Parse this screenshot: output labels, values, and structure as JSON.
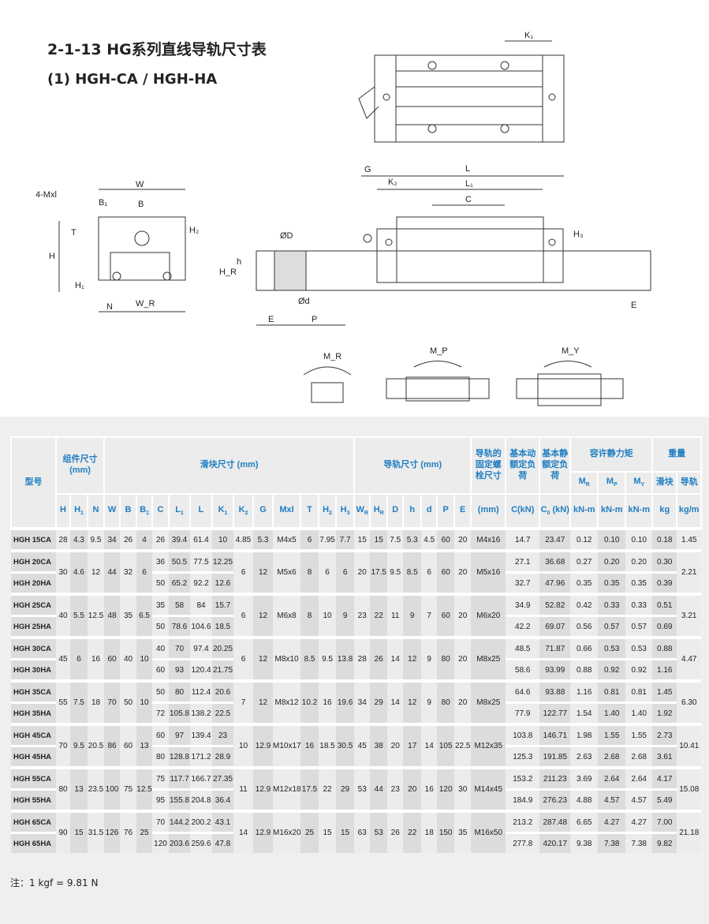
{
  "title": "2-1-13 HG系列直线导轨尺寸表",
  "subtitle": "(1) HGH-CA / HGH-HA",
  "drawing_labels": {
    "K1": "K₁",
    "W": "W",
    "Mxl": "4-Mxl",
    "B1": "B₁",
    "B": "B",
    "T": "T",
    "H2": "H₂",
    "H": "H",
    "H1": "H₁",
    "N": "N",
    "WR": "W_R",
    "G": "G",
    "L": "L",
    "K2": "K₂",
    "L1": "L₁",
    "C": "C",
    "H3": "H₃",
    "D": "ØD",
    "h": "h",
    "HR": "H_R",
    "d": "Ød",
    "E": "E",
    "P": "P",
    "E2": "E",
    "MR": "M_R",
    "MP": "M_P",
    "MY": "M_Y"
  },
  "header": {
    "model": "型号",
    "assembly": "组件尺寸 (mm)",
    "block": "滑块尺寸 (mm)",
    "rail": "导轨尺寸 (mm)",
    "bolt": "导轨的固定螺栓尺寸",
    "dyn": "基本动额定负荷",
    "stat": "基本静额定负荷",
    "moment": "容许静力矩",
    "weight": "重量",
    "mr": {
      "m": "M",
      "s": "R"
    },
    "mp": {
      "m": "M",
      "s": "P"
    },
    "my": {
      "m": "M",
      "s": "Y"
    },
    "w_block": "滑块",
    "w_rail": "导轨",
    "cols": [
      {
        "m": "H",
        "s": ""
      },
      {
        "m": "H",
        "s": "1"
      },
      {
        "m": "N",
        "s": ""
      },
      {
        "m": "W",
        "s": ""
      },
      {
        "m": "B",
        "s": ""
      },
      {
        "m": "B",
        "s": "1"
      },
      {
        "m": "C",
        "s": ""
      },
      {
        "m": "L",
        "s": "1"
      },
      {
        "m": "L",
        "s": ""
      },
      {
        "m": "K",
        "s": "1"
      },
      {
        "m": "K",
        "s": "2"
      },
      {
        "m": "G",
        "s": ""
      },
      {
        "m": "Mxl",
        "s": ""
      },
      {
        "m": "T",
        "s": ""
      },
      {
        "m": "H",
        "s": "2"
      },
      {
        "m": "H",
        "s": "3"
      },
      {
        "m": "W",
        "s": "R"
      },
      {
        "m": "H",
        "s": "R"
      },
      {
        "m": "D",
        "s": ""
      },
      {
        "m": "h",
        "s": ""
      },
      {
        "m": "d",
        "s": ""
      },
      {
        "m": "P",
        "s": ""
      },
      {
        "m": "E",
        "s": ""
      },
      {
        "m": "(mm)",
        "s": ""
      },
      {
        "m": "C(kN)",
        "s": ""
      },
      {
        "m": "C",
        "s": "0",
        "t": " (kN)"
      },
      {
        "m": "kN-m",
        "s": ""
      },
      {
        "m": "kN-m",
        "s": ""
      },
      {
        "m": "kN-m",
        "s": ""
      },
      {
        "m": "kg",
        "s": ""
      },
      {
        "m": "kg/m",
        "s": ""
      }
    ]
  },
  "groups": [
    {
      "a": [
        "28",
        "4.3",
        "9.5",
        "34",
        "26",
        "4"
      ],
      "b": [
        "4.85",
        "5.3",
        "M4x5",
        "6",
        "7.95",
        "7.7",
        "15",
        "15",
        "7.5",
        "5.3",
        "4.5",
        "60",
        "20",
        "M4x16"
      ],
      "rail": "1.45",
      "rows": [
        {
          "model": "HGH 15CA",
          "c": [
            "26",
            "39.4",
            "61.4",
            "10"
          ],
          "load": [
            "14.7",
            "23.47",
            "0.12",
            "0.10",
            "0.10",
            "0.18"
          ]
        }
      ]
    },
    {
      "a": [
        "30",
        "4.6",
        "12",
        "44",
        "32",
        "6"
      ],
      "b": [
        "6",
        "12",
        "M5x6",
        "8",
        "6",
        "6",
        "20",
        "17.5",
        "9.5",
        "8.5",
        "6",
        "60",
        "20",
        "M5x16"
      ],
      "rail": "2.21",
      "rows": [
        {
          "model": "HGH 20CA",
          "c": [
            "36",
            "50.5",
            "77.5",
            "12.25"
          ],
          "load": [
            "27.1",
            "36.68",
            "0.27",
            "0.20",
            "0.20",
            "0.30"
          ]
        },
        {
          "model": "HGH 20HA",
          "c": [
            "50",
            "65.2",
            "92.2",
            "12.6"
          ],
          "load": [
            "32.7",
            "47.96",
            "0.35",
            "0.35",
            "0.35",
            "0.39"
          ]
        }
      ]
    },
    {
      "a": [
        "40",
        "5.5",
        "12.5",
        "48",
        "35",
        "6.5"
      ],
      "b": [
        "6",
        "12",
        "M6x8",
        "8",
        "10",
        "9",
        "23",
        "22",
        "11",
        "9",
        "7",
        "60",
        "20",
        "M6x20"
      ],
      "rail": "3.21",
      "rows": [
        {
          "model": "HGH 25CA",
          "c": [
            "35",
            "58",
            "84",
            "15.7"
          ],
          "load": [
            "34.9",
            "52.82",
            "0.42",
            "0.33",
            "0.33",
            "0.51"
          ]
        },
        {
          "model": "HGH 25HA",
          "c": [
            "50",
            "78.6",
            "104.6",
            "18.5"
          ],
          "load": [
            "42.2",
            "69.07",
            "0.56",
            "0.57",
            "0.57",
            "0.69"
          ]
        }
      ]
    },
    {
      "a": [
        "45",
        "6",
        "16",
        "60",
        "40",
        "10"
      ],
      "b": [
        "6",
        "12",
        "M8x10",
        "8.5",
        "9.5",
        "13.8",
        "28",
        "26",
        "14",
        "12",
        "9",
        "80",
        "20",
        "M8x25"
      ],
      "rail": "4.47",
      "rows": [
        {
          "model": "HGH 30CA",
          "c": [
            "40",
            "70",
            "97.4",
            "20.25"
          ],
          "load": [
            "48.5",
            "71.87",
            "0.66",
            "0.53",
            "0.53",
            "0.88"
          ]
        },
        {
          "model": "HGH 30HA",
          "c": [
            "60",
            "93",
            "120.4",
            "21.75"
          ],
          "load": [
            "58.6",
            "93.99",
            "0.88",
            "0.92",
            "0.92",
            "1.16"
          ]
        }
      ]
    },
    {
      "a": [
        "55",
        "7.5",
        "18",
        "70",
        "50",
        "10"
      ],
      "b": [
        "7",
        "12",
        "M8x12",
        "10.2",
        "16",
        "19.6",
        "34",
        "29",
        "14",
        "12",
        "9",
        "80",
        "20",
        "M8x25"
      ],
      "rail": "6.30",
      "rows": [
        {
          "model": "HGH 35CA",
          "c": [
            "50",
            "80",
            "112.4",
            "20.6"
          ],
          "load": [
            "64.6",
            "93.88",
            "1.16",
            "0.81",
            "0.81",
            "1.45"
          ]
        },
        {
          "model": "HGH 35HA",
          "c": [
            "72",
            "105.8",
            "138.2",
            "22.5"
          ],
          "load": [
            "77.9",
            "122.77",
            "1.54",
            "1.40",
            "1.40",
            "1.92"
          ]
        }
      ]
    },
    {
      "a": [
        "70",
        "9.5",
        "20.5",
        "86",
        "60",
        "13"
      ],
      "b": [
        "10",
        "12.9",
        "M10x17",
        "16",
        "18.5",
        "30.5",
        "45",
        "38",
        "20",
        "17",
        "14",
        "105",
        "22.5",
        "M12x35"
      ],
      "rail": "10.41",
      "rows": [
        {
          "model": "HGH 45CA",
          "c": [
            "60",
            "97",
            "139.4",
            "23"
          ],
          "load": [
            "103.8",
            "146.71",
            "1.98",
            "1.55",
            "1.55",
            "2.73"
          ]
        },
        {
          "model": "HGH 45HA",
          "c": [
            "80",
            "128.8",
            "171.2",
            "28.9"
          ],
          "load": [
            "125.3",
            "191.85",
            "2.63",
            "2.68",
            "2.68",
            "3.61"
          ]
        }
      ]
    },
    {
      "a": [
        "80",
        "13",
        "23.5",
        "100",
        "75",
        "12.5"
      ],
      "b": [
        "11",
        "12.9",
        "M12x18",
        "17.5",
        "22",
        "29",
        "53",
        "44",
        "23",
        "20",
        "16",
        "120",
        "30",
        "M14x45"
      ],
      "rail": "15.08",
      "rows": [
        {
          "model": "HGH 55CA",
          "c": [
            "75",
            "117.7",
            "166.7",
            "27.35"
          ],
          "load": [
            "153.2",
            "211.23",
            "3.69",
            "2.64",
            "2.64",
            "4.17"
          ]
        },
        {
          "model": "HGH 55HA",
          "c": [
            "95",
            "155.8",
            "204.8",
            "36.4"
          ],
          "load": [
            "184.9",
            "276.23",
            "4.88",
            "4.57",
            "4.57",
            "5.49"
          ]
        }
      ]
    },
    {
      "a": [
        "90",
        "15",
        "31.5",
        "126",
        "76",
        "25"
      ],
      "b": [
        "14",
        "12.9",
        "M16x20",
        "25",
        "15",
        "15",
        "63",
        "53",
        "26",
        "22",
        "18",
        "150",
        "35",
        "M16x50"
      ],
      "rail": "21.18",
      "rows": [
        {
          "model": "HGH 65CA",
          "c": [
            "70",
            "144.2",
            "200.2",
            "43.1"
          ],
          "load": [
            "213.2",
            "287.48",
            "6.65",
            "4.27",
            "4.27",
            "7.00"
          ]
        },
        {
          "model": "HGH 65HA",
          "c": [
            "120",
            "203.6",
            "259.6",
            "47.8"
          ],
          "load": [
            "277.8",
            "420.17",
            "9.38",
            "7.38",
            "7.38",
            "9.82"
          ]
        }
      ]
    }
  ],
  "note": "注：1 kgf = 9.81 N"
}
